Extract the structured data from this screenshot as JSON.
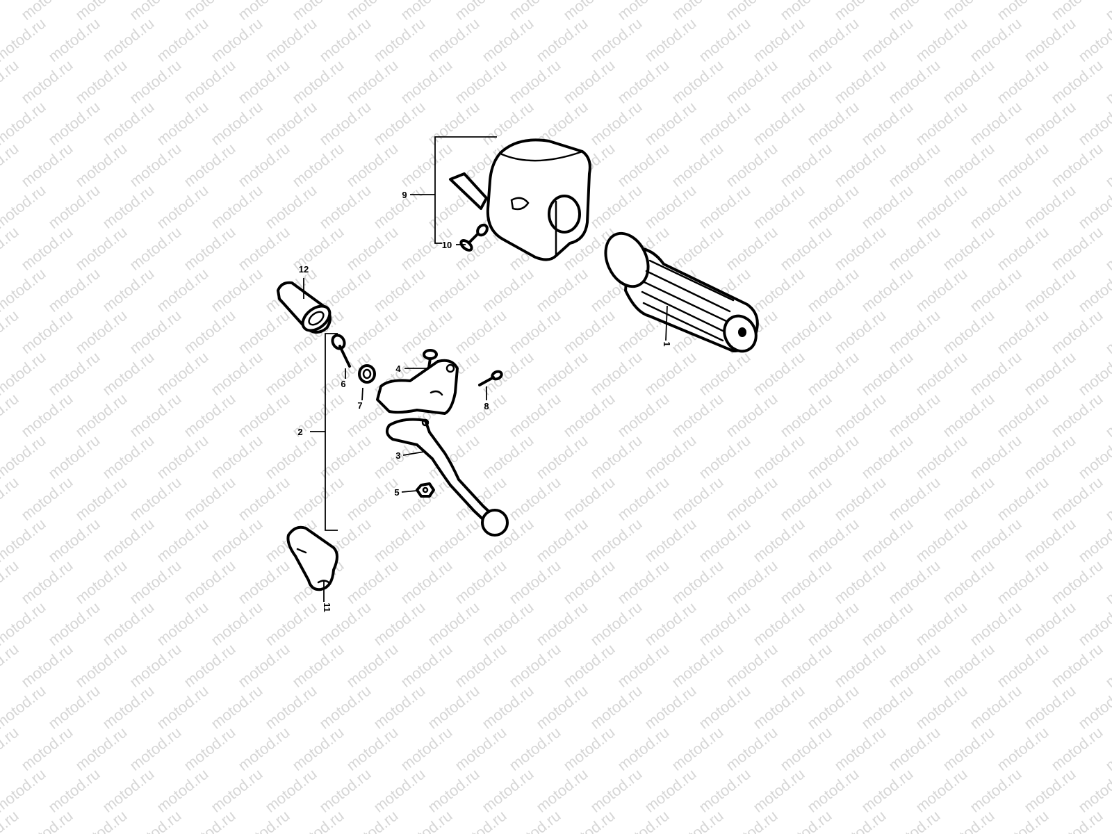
{
  "watermark": {
    "text": "motod.ru",
    "color": "#d6d6d6"
  },
  "callouts": [
    {
      "id": "c1",
      "label": "1"
    },
    {
      "id": "c2",
      "label": "2"
    },
    {
      "id": "c3",
      "label": "3"
    },
    {
      "id": "c4",
      "label": "4"
    },
    {
      "id": "c5",
      "label": "5"
    },
    {
      "id": "c6",
      "label": "6"
    },
    {
      "id": "c7",
      "label": "7"
    },
    {
      "id": "c8",
      "label": "8"
    },
    {
      "id": "c9",
      "label": "9"
    },
    {
      "id": "c10",
      "label": "10"
    },
    {
      "id": "c11",
      "label": "11"
    },
    {
      "id": "c12",
      "label": "12"
    }
  ]
}
